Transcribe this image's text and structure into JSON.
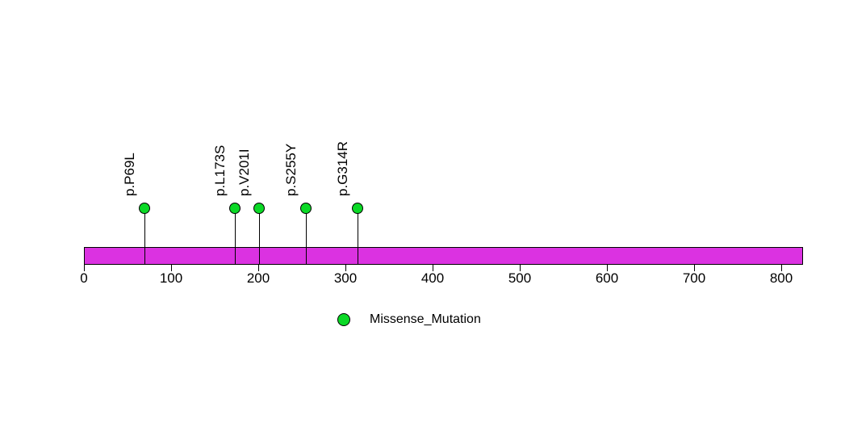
{
  "chart_data": {
    "type": "lollipop",
    "title": "",
    "xlabel": "",
    "ylabel": "",
    "grid": false,
    "protein_track": {
      "start": 0,
      "end": 825,
      "bar_color": "#DB32E1",
      "outline_color": "#000000"
    },
    "axis": {
      "xlim": [
        0,
        825
      ],
      "ticks": [
        0,
        100,
        200,
        300,
        400,
        500,
        600,
        700,
        800
      ],
      "tick_labels": [
        "0",
        "100",
        "200",
        "300",
        "400",
        "500",
        "600",
        "700",
        "800"
      ]
    },
    "mutations": [
      {
        "label": "p.P69L",
        "position": 69,
        "type": "Missense_Mutation"
      },
      {
        "label": "p.L173S",
        "position": 173,
        "type": "Missense_Mutation"
      },
      {
        "label": "p.V201I",
        "position": 201,
        "type": "Missense_Mutation"
      },
      {
        "label": "p.S255Y",
        "position": 255,
        "type": "Missense_Mutation"
      },
      {
        "label": "p.G314R",
        "position": 314,
        "type": "Missense_Mutation"
      }
    ],
    "legend": [
      {
        "label": "Missense_Mutation",
        "color": "#0BD926"
      }
    ],
    "colors": {
      "missense_mutation": "#0BD926",
      "protein_bar": "#DB32E1",
      "stroke": "#000000"
    },
    "legend_position": "bottom-center"
  }
}
